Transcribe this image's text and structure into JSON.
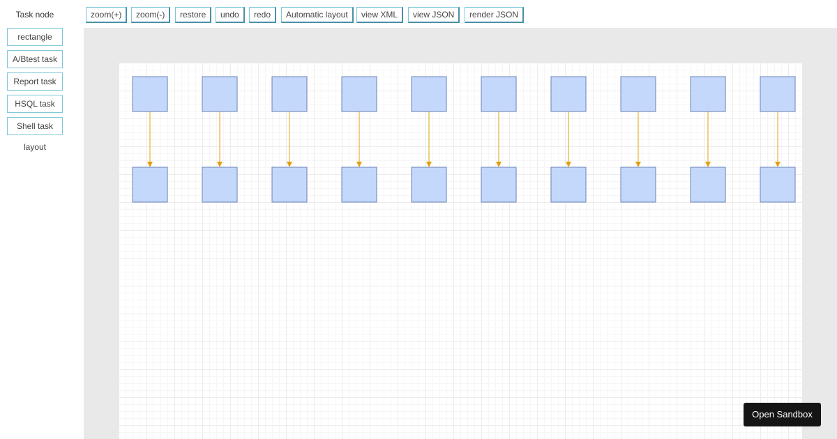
{
  "palette": {
    "title": "Task node",
    "items": [
      {
        "label": "rectangle"
      },
      {
        "label": "A/Btest task"
      },
      {
        "label": "Report task"
      },
      {
        "label": "HSQL task"
      },
      {
        "label": "Shell task"
      }
    ],
    "layout_label": "layout"
  },
  "toolbar": {
    "buttons": [
      {
        "label": "zoom(+)"
      },
      {
        "label": "zoom(-)"
      },
      {
        "label": "restore"
      },
      {
        "label": "undo"
      },
      {
        "label": "redo"
      },
      {
        "label": "Automatic layout"
      },
      {
        "label": "view XML"
      },
      {
        "label": "view JSON"
      },
      {
        "label": "render JSON"
      }
    ]
  },
  "graph": {
    "columns": 10,
    "node_color": "#c4d8fc",
    "node_border_color": "#6c82b8",
    "edge_color": "#e0a010"
  },
  "sandbox": {
    "label": "Open Sandbox"
  }
}
